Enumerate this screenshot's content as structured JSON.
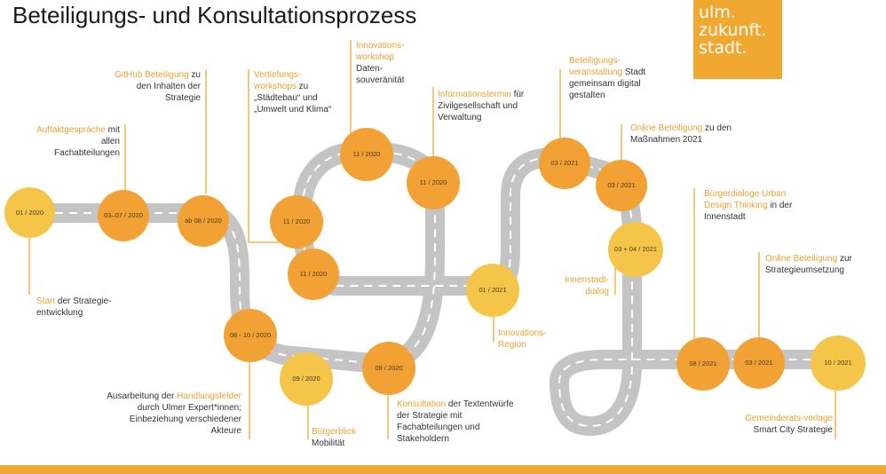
{
  "title": "Beteiligungs- und Konsultationsprozess",
  "logo": [
    "ulm.",
    "zukunft.",
    "stadt."
  ],
  "colors": {
    "accent": "#f0a830",
    "node_dark": "#f2a234",
    "node_light": "#f5c54a",
    "road": "#c0c0c0",
    "line": "#f5c879"
  },
  "nodes": [
    {
      "id": "n1",
      "label": "01 / 2020",
      "tone": "light"
    },
    {
      "id": "n2",
      "label": "03–07 / 2020",
      "tone": "dark"
    },
    {
      "id": "n3",
      "label": "ab 08 / 2020",
      "tone": "dark"
    },
    {
      "id": "n4",
      "label": "08 - 10 / 2020",
      "tone": "dark"
    },
    {
      "id": "n5",
      "label": "09 / 2020",
      "tone": "light"
    },
    {
      "id": "n6",
      "label": "09 / 2020",
      "tone": "dark"
    },
    {
      "id": "n7",
      "label": "11 / 2020",
      "tone": "dark"
    },
    {
      "id": "n8",
      "label": "11 / 2020",
      "tone": "dark"
    },
    {
      "id": "n9",
      "label": "11 / 2020",
      "tone": "dark"
    },
    {
      "id": "n10",
      "label": "11 / 2020",
      "tone": "dark"
    },
    {
      "id": "n11",
      "label": "01 / 2021",
      "tone": "light"
    },
    {
      "id": "n12",
      "label": "03 / 2021",
      "tone": "dark"
    },
    {
      "id": "n13",
      "label": "03 / 2021",
      "tone": "dark"
    },
    {
      "id": "n14",
      "label": "03 + 04 / 2021",
      "tone": "light"
    },
    {
      "id": "n15",
      "label": "08 / 2021",
      "tone": "dark"
    },
    {
      "id": "n16",
      "label": "03 / 2021",
      "tone": "dark"
    },
    {
      "id": "n17",
      "label": "10 / 2021",
      "tone": "light"
    }
  ],
  "annotations": {
    "start": {
      "hl": "Start",
      "rest": " der Strategie-entwicklung"
    },
    "auftakt": {
      "hl": "Auftaktgespräche",
      "rest": " mit allen Fachabteilungen"
    },
    "github": {
      "hl": "GitHub Beteiligung",
      "rest": " zu den Inhalten der Strategie"
    },
    "handlungsfelder": {
      "pre": "Ausarbeitung der ",
      "hl": "Handlungsfelder",
      "rest": " durch Ulmer Expert*innen; Einbeziehung verschiedener Akteure"
    },
    "vertiefung": {
      "hl": "Vertiefungs-workshops",
      "rest": " zu „Städtebau“ und „Umwelt und Klima“"
    },
    "innovations_workshop": {
      "hl": "Innovations-workshop",
      "rest": " Daten-souveränität"
    },
    "informationstermin": {
      "hl": "Informationstermin",
      "rest": " für Zivilgesellschaft und Verwaltung"
    },
    "buergerblick": {
      "hl": "Bürgerblick",
      "rest": " Mobilität"
    },
    "konsultation": {
      "hl": "Konsultation",
      "rest": " der Textentwürfe der Strategie mit Fachabteilungen und Stakeholdern"
    },
    "innovations_region": {
      "hl": "Innovations-Region",
      "rest": ""
    },
    "innenstadt_dialog": {
      "hl": "Innenstadt-dialog",
      "rest": ""
    },
    "beteiligungsveranstaltung": {
      "hl": "Beteiligungs-veranstaltung",
      "rest": " Stadt gemeinsam digital gestalten"
    },
    "online1": {
      "hl": "Online Beteiligung",
      "rest": " zu den Maßnahmen 2021"
    },
    "buergerdialoge": {
      "hl": "Bürgerdialoge Urban Design Thinking",
      "rest": " in der Innenstadt"
    },
    "online2": {
      "hl": "Online Beteiligung",
      "rest": " zur Strategieumsetzung"
    },
    "gemeinderat": {
      "hl": "Gemeinderats-vorlage",
      "rest": " Smart City Strategie"
    }
  }
}
